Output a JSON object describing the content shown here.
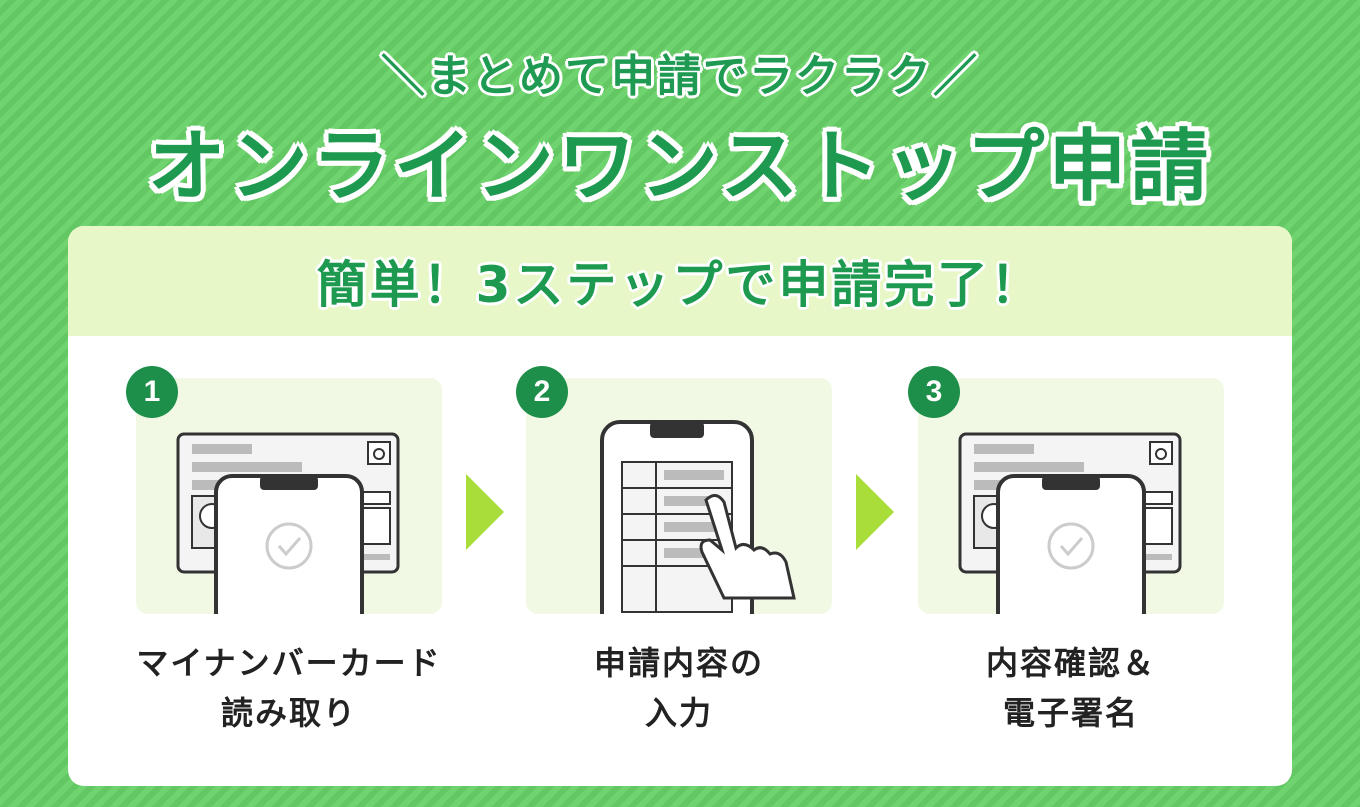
{
  "header": {
    "subtitle": "＼まとめて申請でラクラク／",
    "title": "オンラインワンストップ申請"
  },
  "banner": {
    "text": "簡単！3ステップで申請完了！"
  },
  "steps": [
    {
      "number": "1",
      "line1": "マイナンバーカード",
      "line2": "読み取り",
      "illustration": "mynumber-card-phone-scan"
    },
    {
      "number": "2",
      "line1": "申請内容の",
      "line2": "入力",
      "illustration": "phone-form-tap"
    },
    {
      "number": "3",
      "line1": "内容確認＆",
      "line2": "電子署名",
      "illustration": "mynumber-card-phone-scan"
    }
  ],
  "colors": {
    "background_green": "#6bcf6b",
    "title_green": "#1e9a50",
    "banner_bg": "#e7f7c8",
    "panel_bg": "#f1f9e4",
    "arrow": "#a8dd3a",
    "step_badge": "#1e8f4a"
  }
}
